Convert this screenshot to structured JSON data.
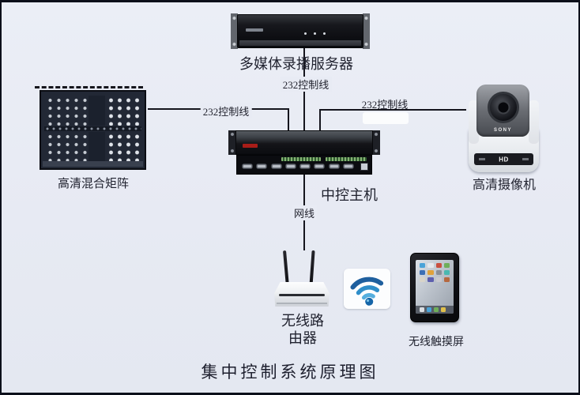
{
  "title": "集中控制系统原理图",
  "nodes": {
    "server": {
      "label": "多媒体录播服务器"
    },
    "matrix": {
      "label": "高清混合矩阵"
    },
    "host": {
      "label": "中控主机"
    },
    "camera": {
      "label": "高清摄像机",
      "brand": "SONY",
      "badge": "HD"
    },
    "router": {
      "label_line1": "无线路",
      "label_line2": "由器"
    },
    "touchscreen": {
      "label": "无线触摸屏"
    }
  },
  "connections": {
    "server_host": "232控制线",
    "matrix_host": "232控制线",
    "camera_host": "232控制线",
    "host_router": "网线"
  },
  "colors": {
    "background": "#e8ebf4",
    "line": "#15151d",
    "text": "#20222f",
    "wifi_blue": "#2f8ec9"
  }
}
